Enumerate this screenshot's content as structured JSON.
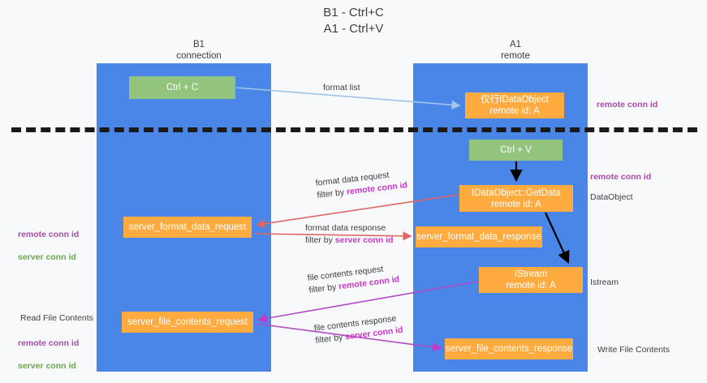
{
  "title": "B1 - Ctrl+C\nA1 - Ctrl+V",
  "columns": {
    "left": {
      "header": "B1\nconnection"
    },
    "right": {
      "header": "A1\nremote"
    }
  },
  "nodes": {
    "ctrl_c": "Ctrl + C",
    "idataobject": "仅行IDataObject\nremote id: A",
    "ctrl_v": "Ctrl + V",
    "getdata": "IDataObject::GetData\nremote id: A",
    "server_format_data_request": "server_format_data_request",
    "server_format_data_response": "server_format_data_response",
    "istream": "IStream\nremote id: A",
    "server_file_contents_request": "server_file_contents_request",
    "server_file_contents_response": "server_file_contents_response"
  },
  "edge_labels": {
    "format_list": "format list",
    "format_data_request": "format data request",
    "format_data_request_filter_prefix": "filter by ",
    "format_data_request_filter_key": "remote conn id",
    "format_data_response": "format data response",
    "format_data_response_filter_prefix": "filter by ",
    "format_data_response_filter_key": "server conn id",
    "file_contents_request": "file contents request",
    "file_contents_request_filter_prefix": "filter by ",
    "file_contents_request_filter_key": "remote conn id",
    "file_contents_response": "file contents response",
    "file_contents_response_filter_prefix": "filter by ",
    "file_contents_response_filter_key": "server conn id"
  },
  "annotations": {
    "right_remote_conn_id_top": "remote conn id",
    "right_remote_conn_id_mid": "remote conn id",
    "right_dataobject": "DataObject",
    "right_istream": "Istream",
    "right_write_file_contents": "Write File Contents",
    "left_remote_conn_id": "remote conn id",
    "left_server_conn_id": "server conn id",
    "left_read_file_contents": "Read File Contents",
    "left_remote_conn_id_2": "remote conn id",
    "left_server_conn_id_2": "server conn id"
  },
  "colors": {
    "lane": "#4a86e8",
    "green_box": "#93c47d",
    "orange_box": "#ffab40",
    "divider": "#1a1a1a",
    "arrow_blue": "#9fc5e8",
    "arrow_red": "#e06666",
    "arrow_black": "#000000",
    "arrow_purple": "#c27ba0",
    "arrow_magenta": "#c838c8",
    "highlight_remote": "#a64ca6",
    "highlight_server": "#6aa84f"
  }
}
